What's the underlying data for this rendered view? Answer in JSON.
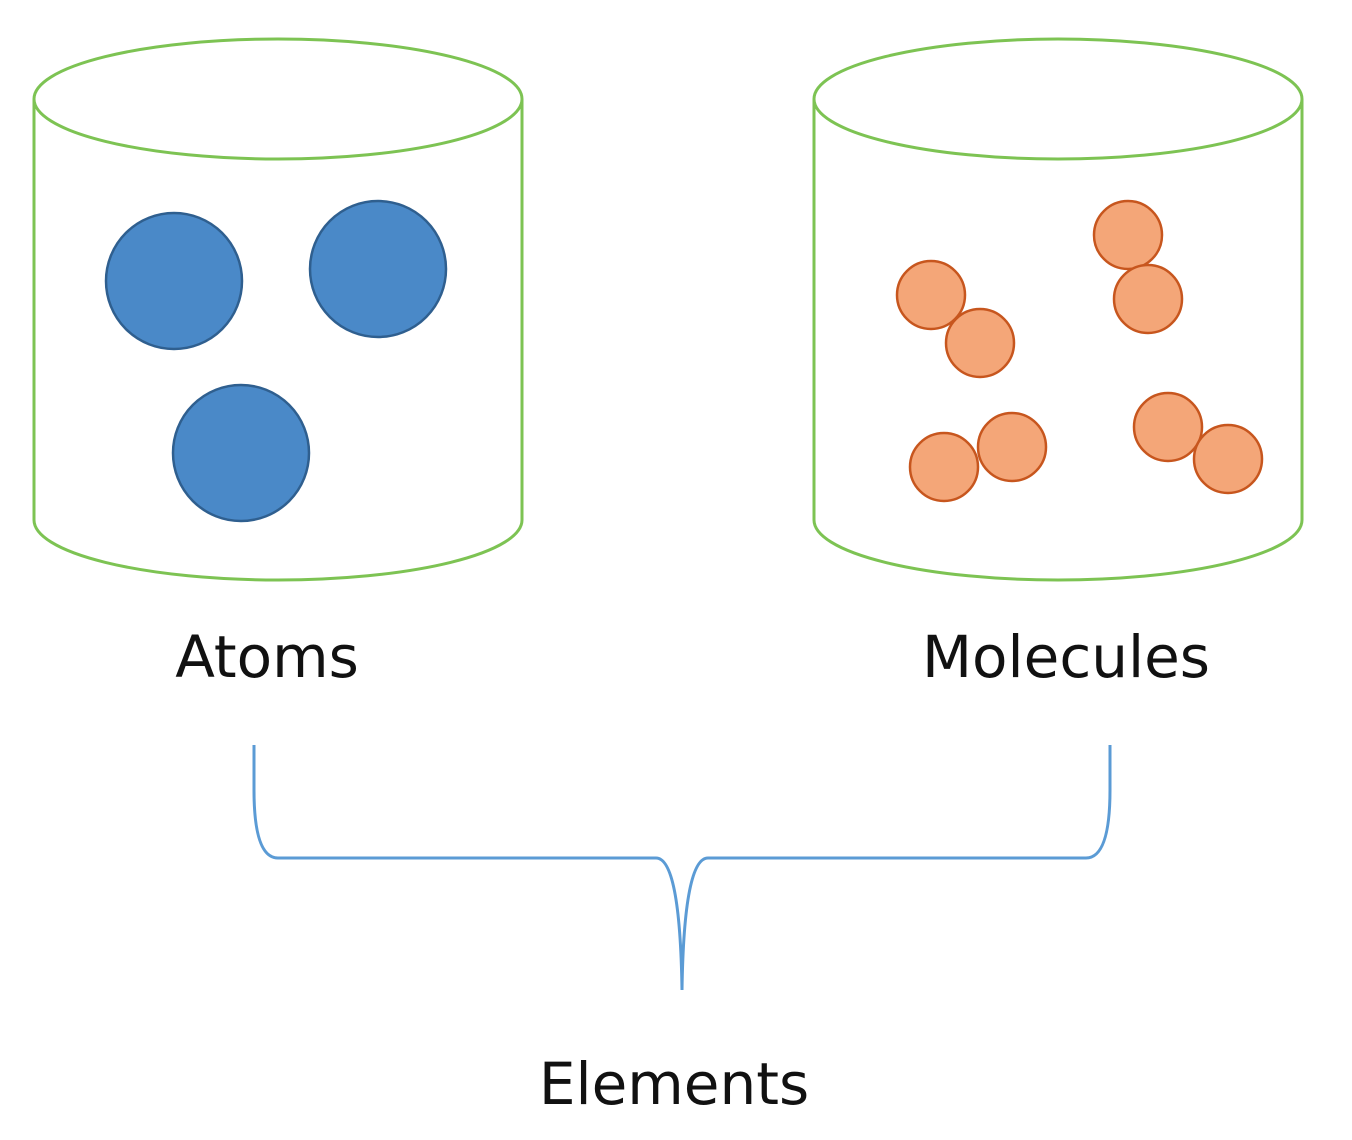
{
  "labels": {
    "atoms": "Atoms",
    "molecules": "Molecules",
    "elements": "Elements"
  },
  "colors": {
    "container_outline": "#7DC353",
    "atom_fill": "#4A89C8",
    "atom_stroke": "#2F5F8F",
    "molecule_fill": "#F4A678",
    "molecule_stroke": "#C7561E",
    "brace": "#5B9BD5",
    "text": "#111111"
  },
  "shapes": {
    "left_container": "cylinder",
    "right_container": "cylinder",
    "atom_count": 3,
    "molecule_count": 4,
    "atoms_per_molecule": 2
  }
}
